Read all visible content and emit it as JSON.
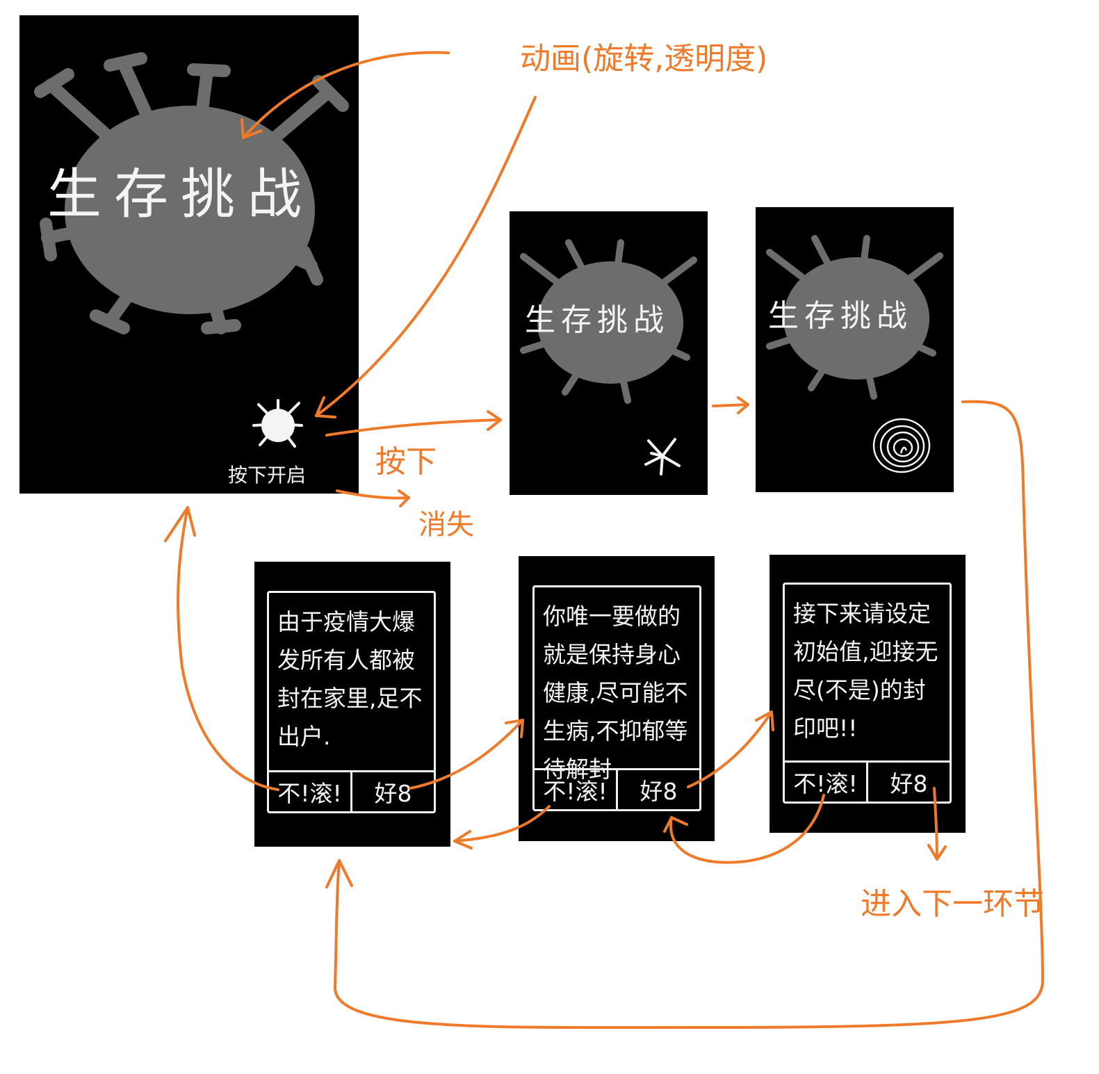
{
  "colors": {
    "screen_bg": "#000000",
    "virus_gray": "#6d6d6d",
    "annotation": "#ee7a2a",
    "text": "#f4f4f4"
  },
  "game_title": "生存挑战",
  "start_screen": {
    "start_label": "按下开启",
    "start_icon": "virus-icon"
  },
  "annotations": {
    "animation": "动画(旋转,透明度)",
    "press": "按下",
    "disappear": "消失",
    "next_stage": "进入下一环节"
  },
  "dialogs": [
    {
      "text": "由于疫情大爆发所有人都被封在家里,足不出户.",
      "reject_label": "不!滚!",
      "accept_label": "好8"
    },
    {
      "text": "你唯一要做的就是保持身心健康,尽可能不生病,不抑郁等待解封",
      "reject_label": "不!滚!",
      "accept_label": "好8"
    },
    {
      "text": "接下来请设定初始值,迎接无尽(不是)的封印吧!!",
      "reject_label": "不!滚!",
      "accept_label": "好8"
    }
  ]
}
